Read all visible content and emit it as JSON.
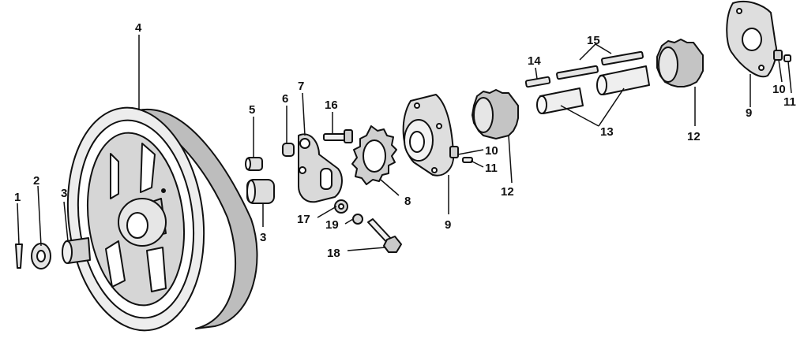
{
  "colors": {
    "ink": "#111111",
    "metal": "#d8d8d8",
    "metal_dark": "#b8b8b8",
    "paper": "#ffffff"
  },
  "callouts": [
    {
      "id": "c1",
      "text": "1"
    },
    {
      "id": "c2",
      "text": "2"
    },
    {
      "id": "c3a",
      "text": "3"
    },
    {
      "id": "c4",
      "text": "4"
    },
    {
      "id": "c5",
      "text": "5"
    },
    {
      "id": "c3b",
      "text": "3"
    },
    {
      "id": "c6",
      "text": "6"
    },
    {
      "id": "c7",
      "text": "7"
    },
    {
      "id": "c16",
      "text": "16"
    },
    {
      "id": "c17",
      "text": "17"
    },
    {
      "id": "c19",
      "text": "19"
    },
    {
      "id": "c18",
      "text": "18"
    },
    {
      "id": "c8",
      "text": "8"
    },
    {
      "id": "c9a",
      "text": "9"
    },
    {
      "id": "c10a",
      "text": "10"
    },
    {
      "id": "c11a",
      "text": "11"
    },
    {
      "id": "c12a",
      "text": "12"
    },
    {
      "id": "c14",
      "text": "14"
    },
    {
      "id": "c15",
      "text": "15"
    },
    {
      "id": "c13",
      "text": "13"
    },
    {
      "id": "c12b",
      "text": "12"
    },
    {
      "id": "c9b",
      "text": "9"
    },
    {
      "id": "c10b",
      "text": "10"
    },
    {
      "id": "c11b",
      "text": "11"
    }
  ]
}
